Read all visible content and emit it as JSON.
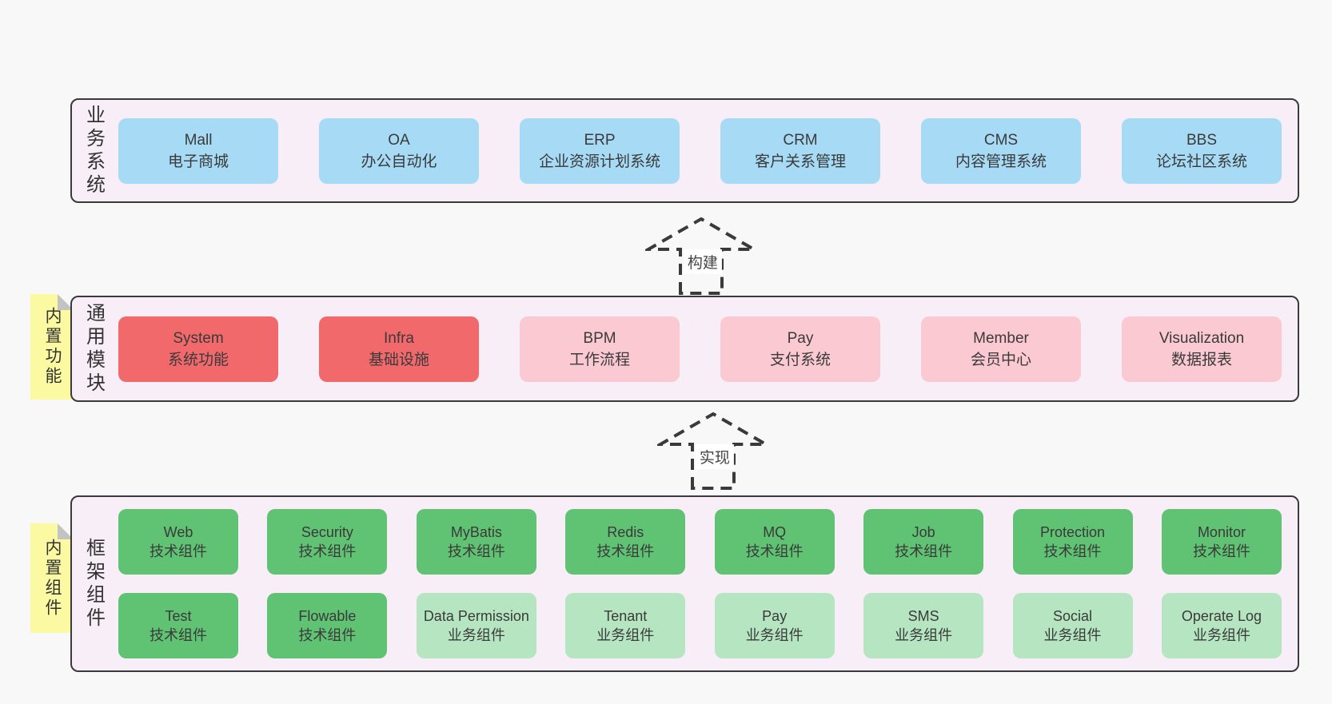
{
  "colors": {
    "page_bg": "#f8f8f8",
    "band_bg": "#f8eef7",
    "band_border": "#3a3a3a",
    "blue": "#a7daf5",
    "red": "#f2696c",
    "pink": "#fbc9d2",
    "green_dark": "#60c273",
    "green_light": "#b6e5c2",
    "sticky_yellow": "#fbf9a2",
    "sticky_fold": "#c3c3c3",
    "text": "#3a3a3a"
  },
  "bands": [
    {
      "label": "业务系统",
      "sticky": null,
      "rows": [
        [
          {
            "name": "Mall",
            "subtitle": "电子商城",
            "variant": "blue"
          },
          {
            "name": "OA",
            "subtitle": "办公自动化",
            "variant": "blue"
          },
          {
            "name": "ERP",
            "subtitle": "企业资源计划系统",
            "variant": "blue"
          },
          {
            "name": "CRM",
            "subtitle": "客户关系管理",
            "variant": "blue"
          },
          {
            "name": "CMS",
            "subtitle": "内容管理系统",
            "variant": "blue"
          },
          {
            "name": "BBS",
            "subtitle": "论坛社区系统",
            "variant": "blue"
          }
        ]
      ]
    },
    {
      "label": "通用模块",
      "sticky": "内置功能",
      "rows": [
        [
          {
            "name": "System",
            "subtitle": "系统功能",
            "variant": "red"
          },
          {
            "name": "Infra",
            "subtitle": "基础设施",
            "variant": "red"
          },
          {
            "name": "BPM",
            "subtitle": "工作流程",
            "variant": "pink"
          },
          {
            "name": "Pay",
            "subtitle": "支付系统",
            "variant": "pink"
          },
          {
            "name": "Member",
            "subtitle": "会员中心",
            "variant": "pink"
          },
          {
            "name": "Visualization",
            "subtitle": "数据报表",
            "variant": "pink"
          }
        ]
      ]
    },
    {
      "label": "框架组件",
      "sticky": "内置组件",
      "rows": [
        [
          {
            "name": "Web",
            "subtitle": "技术组件",
            "variant": "green_dark"
          },
          {
            "name": "Security",
            "subtitle": "技术组件",
            "variant": "green_dark"
          },
          {
            "name": "MyBatis",
            "subtitle": "技术组件",
            "variant": "green_dark"
          },
          {
            "name": "Redis",
            "subtitle": "技术组件",
            "variant": "green_dark"
          },
          {
            "name": "MQ",
            "subtitle": "技术组件",
            "variant": "green_dark"
          },
          {
            "name": "Job",
            "subtitle": "技术组件",
            "variant": "green_dark"
          },
          {
            "name": "Protection",
            "subtitle": "技术组件",
            "variant": "green_dark"
          },
          {
            "name": "Monitor",
            "subtitle": "技术组件",
            "variant": "green_dark"
          }
        ],
        [
          {
            "name": "Test",
            "subtitle": "技术组件",
            "variant": "green_dark"
          },
          {
            "name": "Flowable",
            "subtitle": "技术组件",
            "variant": "green_dark"
          },
          {
            "name": "Data Permission",
            "subtitle": "业务组件",
            "variant": "green_light"
          },
          {
            "name": "Tenant",
            "subtitle": "业务组件",
            "variant": "green_light"
          },
          {
            "name": "Pay",
            "subtitle": "业务组件",
            "variant": "green_light"
          },
          {
            "name": "SMS",
            "subtitle": "业务组件",
            "variant": "green_light"
          },
          {
            "name": "Social",
            "subtitle": "业务组件",
            "variant": "green_light"
          },
          {
            "name": "Operate Log",
            "subtitle": "业务组件",
            "variant": "green_light"
          }
        ]
      ]
    }
  ],
  "arrows": [
    {
      "label": "构建"
    },
    {
      "label": "实现"
    }
  ]
}
